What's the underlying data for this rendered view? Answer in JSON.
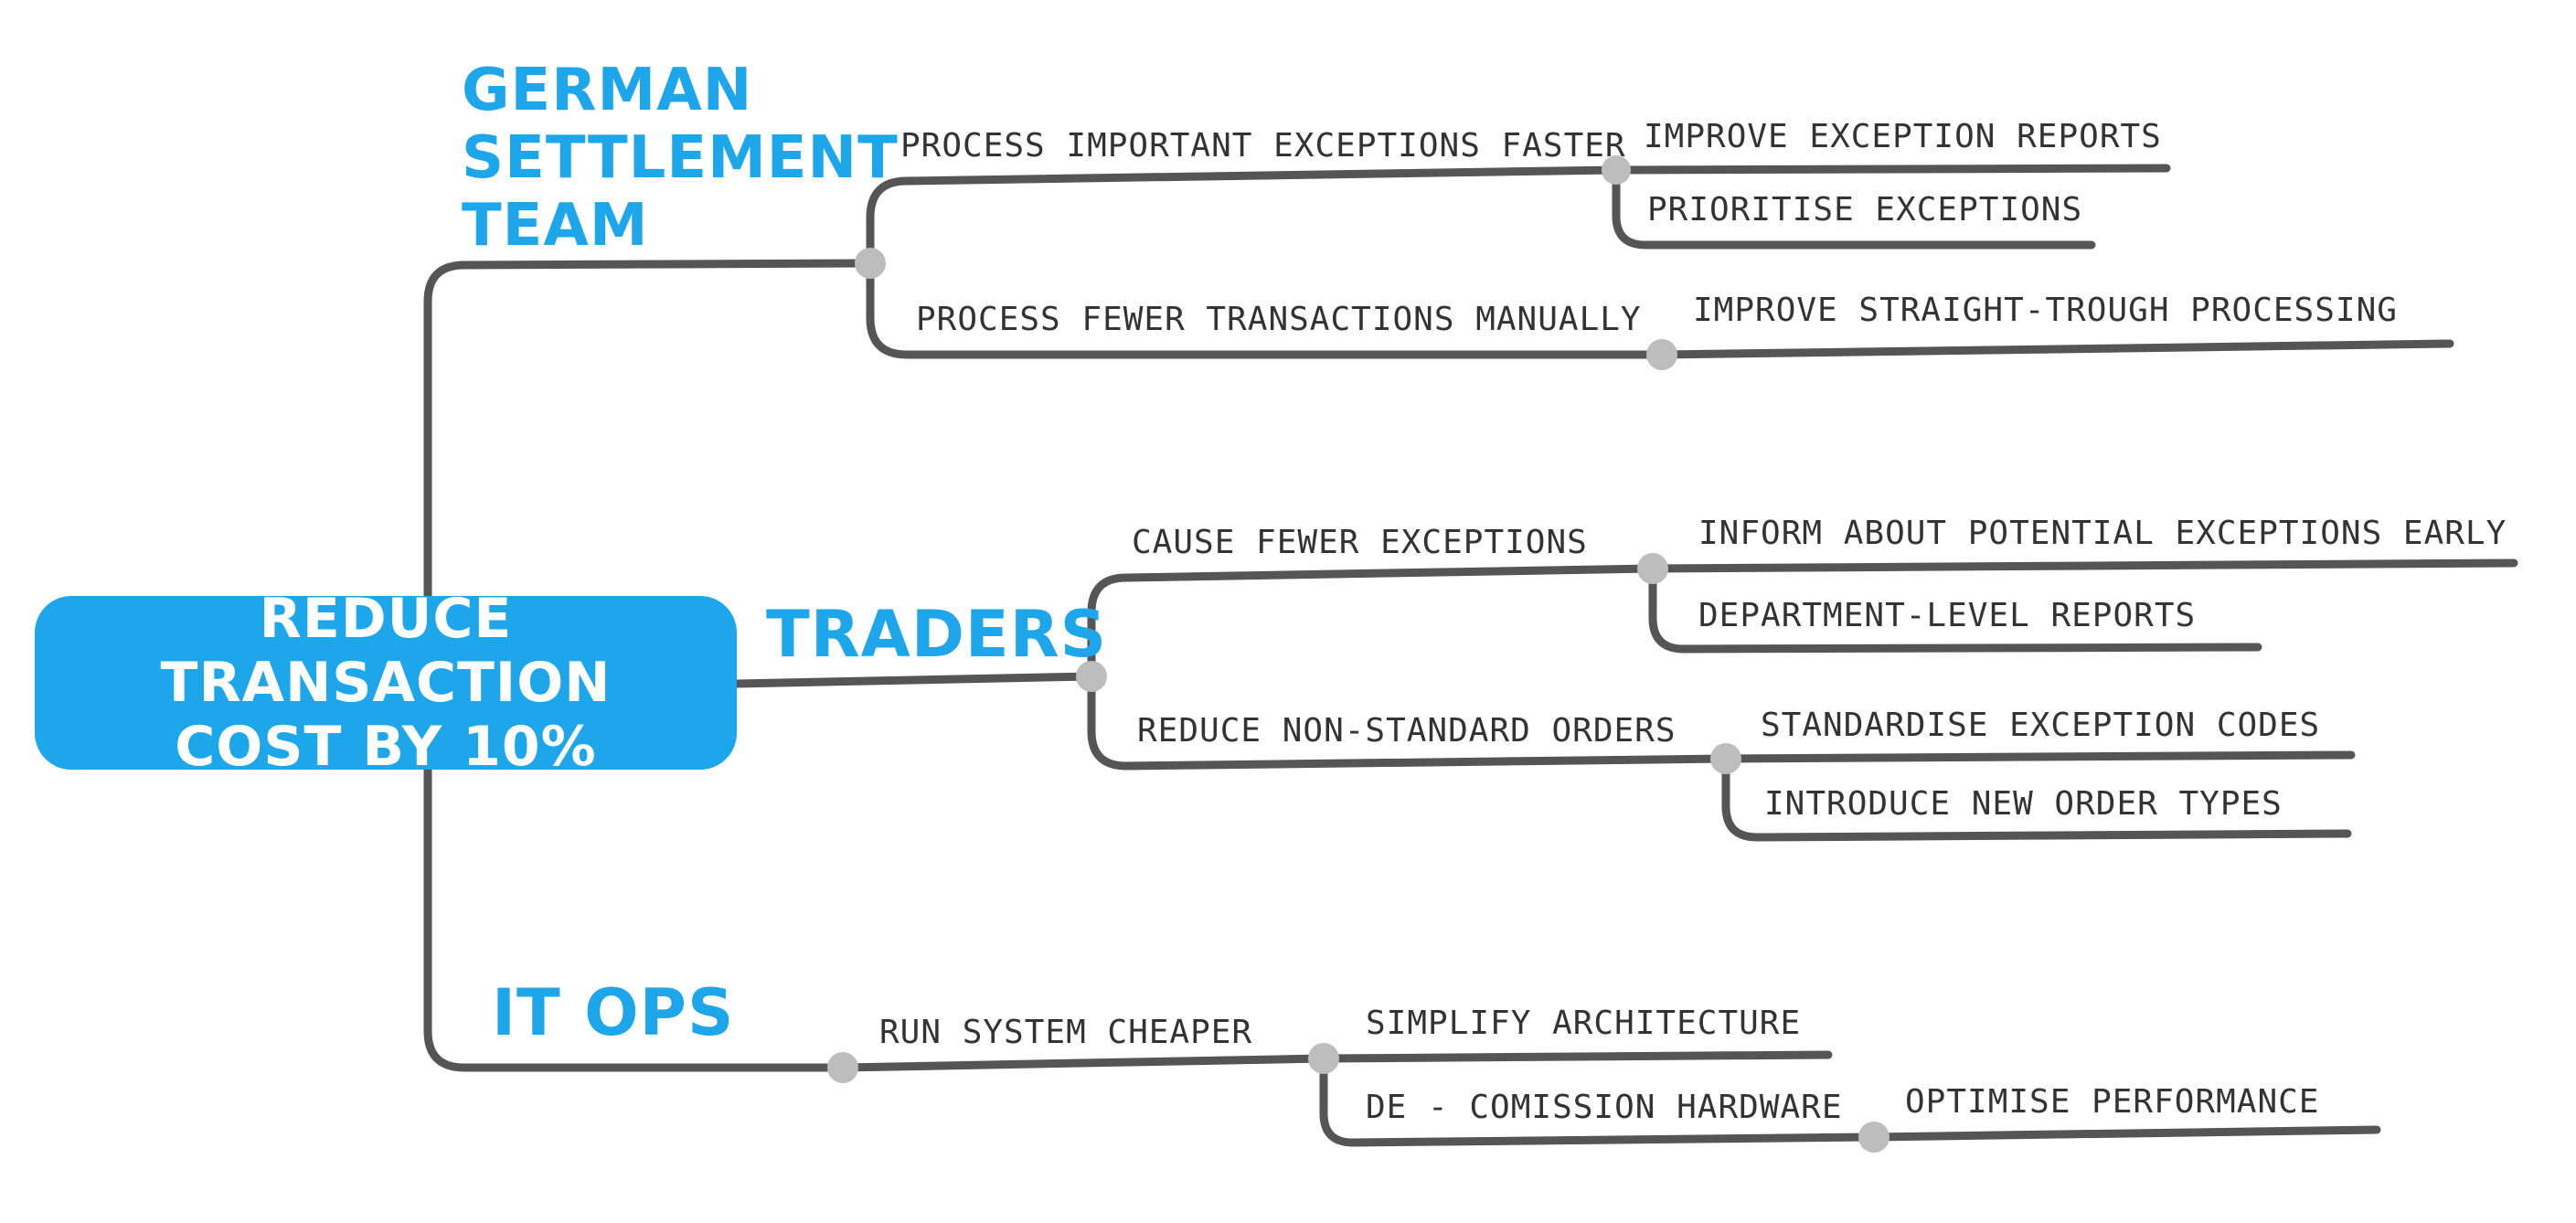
{
  "diagram": {
    "root": {
      "label": "REDUCE TRANSACTION\nCOST BY 10%",
      "color": "#1ea6ea"
    },
    "actors": {
      "german": {
        "label": "GERMAN\nSETTLEMENT\nTEAM"
      },
      "traders": {
        "label": "TRADERS"
      },
      "itops": {
        "label": "IT OPS"
      }
    },
    "impacts": {
      "process_faster": "PROCESS IMPORTANT EXCEPTIONS FASTER",
      "process_fewer_manual": "PROCESS FEWER TRANSACTIONS MANUALLY",
      "cause_fewer": "CAUSE FEWER EXCEPTIONS",
      "reduce_nonstandard": "REDUCE NON-STANDARD ORDERS",
      "run_cheaper": "RUN SYSTEM CHEAPER"
    },
    "deliverables": {
      "improve_reports": "IMPROVE EXCEPTION REPORTS",
      "prioritise": "PRIORITISE EXCEPTIONS",
      "improve_stp": "IMPROVE STRAIGHT-TROUGH PROCESSING",
      "inform_early": "INFORM ABOUT POTENTIAL EXCEPTIONS EARLY",
      "dept_reports": "DEPARTMENT-LEVEL REPORTS",
      "standardise_codes": "STANDARDISE EXCEPTION CODES",
      "new_order_types": "INTRODUCE NEW ORDER TYPES",
      "simplify_arch": "SIMPLIFY ARCHITECTURE",
      "decommission": "DE - COMISSION HARDWARE",
      "optimise_perf": "OPTIMISE PERFORMANCE"
    },
    "colors": {
      "accent": "#1ea6ea",
      "line": "#555555",
      "node": "#bdbdbd",
      "text": "#333333"
    }
  }
}
